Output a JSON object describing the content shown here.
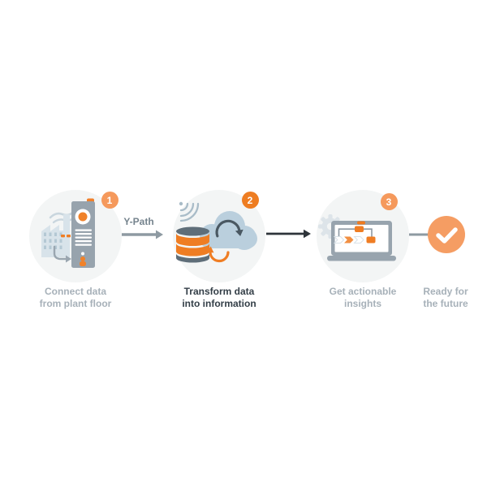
{
  "colors": {
    "accent_orange": "#EE7D22",
    "accent_orange_light": "#F5995C",
    "circle_background": "#F3F5F5",
    "label_gray": "#A7B1B9",
    "label_dark": "#333E47",
    "connector_gray": "#8E9AA2",
    "connector_black": "#2E343A",
    "cloud_blue": "#BACFDD",
    "slate_gray": "#5F6E79"
  },
  "flow": {
    "steps": [
      {
        "number": "1",
        "icon": "factory-to-server-icon",
        "label_line1": "Connect data",
        "label_line2": "from plant floor",
        "active": false
      },
      {
        "number": "2",
        "icon": "cloud-data-sync-icon",
        "label_line1": "Transform data",
        "label_line2": "into information",
        "active": true
      },
      {
        "number": "3",
        "icon": "laptop-insights-icon",
        "label_line1": "Get actionable",
        "label_line2": "insights",
        "active": false
      }
    ],
    "connectors": [
      {
        "from": "step-1",
        "to": "step-2",
        "style": "gray-arrow",
        "label": "Y-Path"
      },
      {
        "from": "step-2",
        "to": "step-3",
        "style": "black-arrow",
        "label": ""
      },
      {
        "from": "step-3",
        "to": "result",
        "style": "gray-line",
        "label": ""
      }
    ],
    "result": {
      "icon": "checkmark-icon",
      "label_line1": "Ready for",
      "label_line2": "the future"
    }
  }
}
